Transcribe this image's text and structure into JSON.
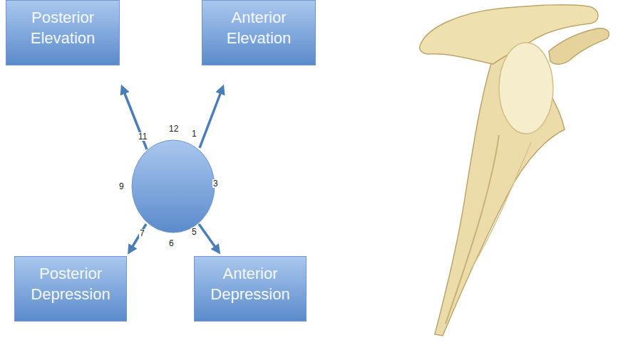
{
  "diagram": {
    "nodes": [
      {
        "text": [
          "Posterior Elevation"
        ]
      },
      {
        "text": [
          "Anterior Elevation"
        ]
      },
      {
        "text": [
          "Posterior Depression"
        ]
      },
      {
        "text": [
          "Anterior Depression"
        ]
      }
    ],
    "labels": [
      "12",
      "11",
      "1",
      "9",
      "3",
      "7",
      "6",
      "5"
    ]
  }
}
